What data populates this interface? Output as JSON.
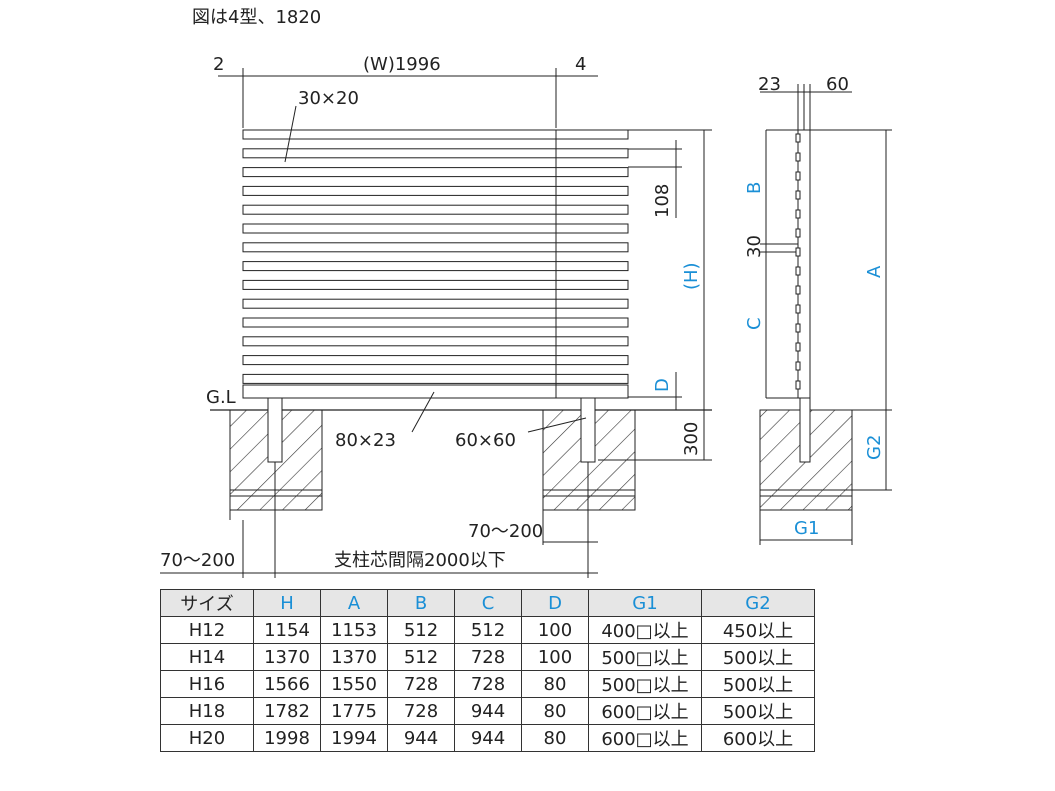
{
  "caption": "図は4型、1820",
  "labels": {
    "w_left": "2",
    "width": "(W)1996",
    "w_right": "4",
    "slat": "30×20",
    "pitch": "108",
    "height": "(H)",
    "d": "D",
    "gl": "G.L",
    "rail": "80×23",
    "post": "60×60",
    "depth": "300",
    "offset_right": "70〜200",
    "offset_left": "70〜200",
    "spacing": "支柱芯間隔2000以下",
    "side_23": "23",
    "side_60": "60",
    "side_b": "B",
    "side_30": "30",
    "side_c": "C",
    "side_a": "A",
    "side_g2": "G2",
    "side_g1": "G1"
  },
  "table": {
    "headers": [
      "サイズ",
      "H",
      "A",
      "B",
      "C",
      "D",
      "G1",
      "G2"
    ],
    "rows": [
      [
        "H12",
        "1154",
        "1153",
        "512",
        "512",
        "100",
        "400□以上",
        "450以上"
      ],
      [
        "H14",
        "1370",
        "1370",
        "512",
        "728",
        "100",
        "500□以上",
        "500以上"
      ],
      [
        "H16",
        "1566",
        "1550",
        "728",
        "728",
        "80",
        "500□以上",
        "500以上"
      ],
      [
        "H18",
        "1782",
        "1775",
        "728",
        "944",
        "80",
        "600□以上",
        "500以上"
      ],
      [
        "H20",
        "1998",
        "1994",
        "944",
        "944",
        "80",
        "600□以上",
        "600以上"
      ]
    ]
  },
  "colors": {
    "accent": "#1a8fd6",
    "line": "#222222",
    "header_bg": "#e6e6e6"
  }
}
